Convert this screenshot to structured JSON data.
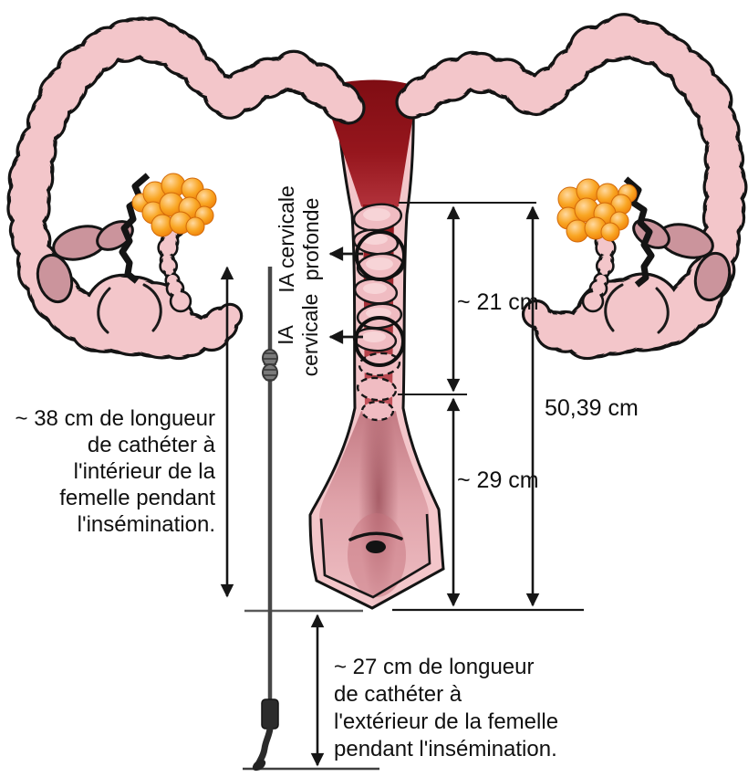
{
  "diagram": {
    "callouts": {
      "deep": {
        "lines": [
          "IA cervicale",
          "profonde"
        ]
      },
      "cervical": {
        "lines": [
          "IA",
          "cervicale"
        ]
      }
    },
    "measurements": {
      "upper_segment": "~ 21 cm",
      "lower_segment": "~ 29 cm",
      "total": "50,39 cm",
      "inside": {
        "lines": [
          "~ 38 cm de longueur",
          "de cathéter à",
          "l'intérieur de la",
          "femelle pendant",
          "l'insémination."
        ]
      },
      "outside": {
        "lines": [
          "~ 27 cm de longueur",
          "de cathéter à",
          "l'extérieur de la femelle",
          "pendant l'insémination."
        ]
      }
    },
    "colors": {
      "tissue_pink": "#f3c6ca",
      "tissue_mauve": "#cb949c",
      "pad_pink": "#f0bcc2",
      "lumen_red": "#7f0d13",
      "follicle_orange": "#f68d15",
      "outline": "#141414",
      "catheter_gray": "#474747"
    }
  }
}
